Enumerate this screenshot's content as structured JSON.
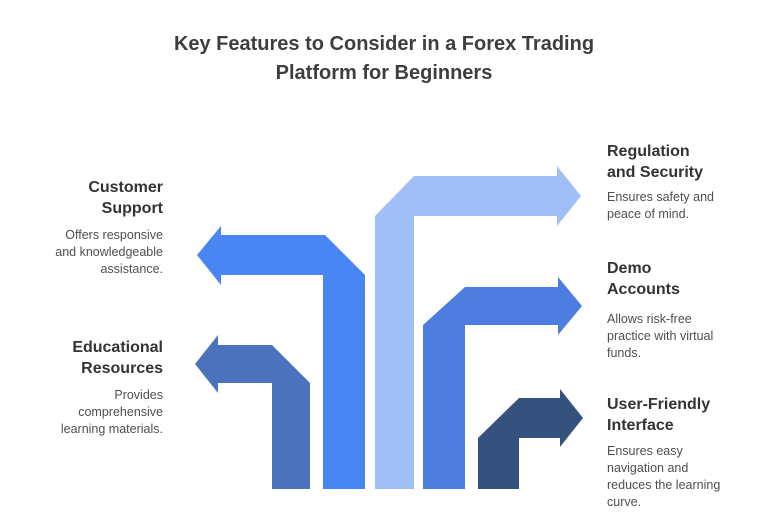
{
  "title": "Key Features to Consider in a Forex Trading\nPlatform for Beginners",
  "colors": {
    "background": "#ffffff",
    "title_text": "#3e3e3e",
    "heading_text": "#333333",
    "description_text": "#4f4f4f"
  },
  "features": [
    {
      "id": "customer-support",
      "side": "left",
      "heading": "Customer\nSupport",
      "description": "Offers responsive\nand knowledgeable\nassistance.",
      "arrow_color": "#4a86f3",
      "arrow_direction": "left"
    },
    {
      "id": "educational-resources",
      "side": "left",
      "heading": "Educational\nResources",
      "description": "Provides\ncomprehensive\nlearning materials.",
      "arrow_color": "#4a72bd",
      "arrow_direction": "left"
    },
    {
      "id": "regulation-and-security",
      "side": "right",
      "heading": "Regulation\nand Security",
      "description": "Ensures safety and\npeace of mind.",
      "arrow_color": "#a0bff7",
      "arrow_direction": "right"
    },
    {
      "id": "demo-accounts",
      "side": "right",
      "heading": "Demo\nAccounts",
      "description": "Allows risk-free\npractice with virtual\nfunds.",
      "arrow_color": "#4d7edf",
      "arrow_direction": "right"
    },
    {
      "id": "user-friendly-interface",
      "side": "right",
      "heading": "User-Friendly\nInterface",
      "description": "Ensures easy\nnavigation and\nreduces the learning\ncurve.",
      "arrow_color": "#35517e",
      "arrow_direction": "right"
    }
  ]
}
